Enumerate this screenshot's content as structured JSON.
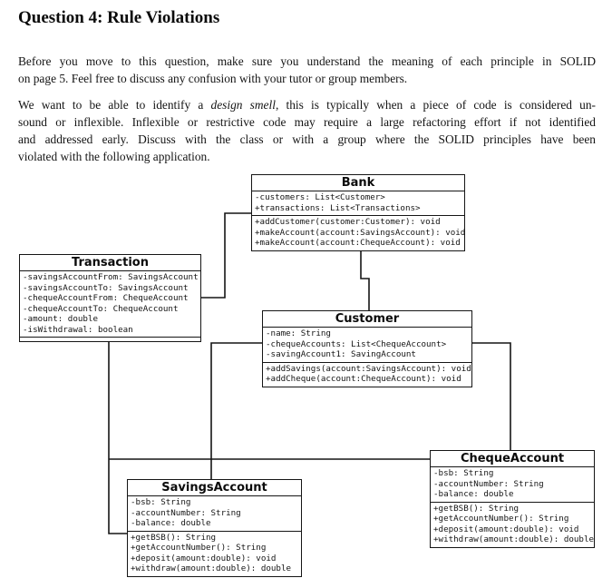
{
  "document": {
    "heading": "Question 4: Rule Violations",
    "paragraph1": {
      "line1": "Before you move to this question, make sure you understand the meaning of each principle in SOLID",
      "line2": "on page 5. Feel free to discuss any confusion with your tutor or group members."
    },
    "paragraph2": {
      "line1_pre": "We want to be able to identify a ",
      "line1_italic": "design smell",
      "line1_post": ", this is typically when a piece of code is considered un-",
      "line2": "sound or inflexible. Inflexible or restrictive code may require a large refactoring effort if not identified",
      "line3": "and addressed early. Discuss with the class or with a group where the SOLID principles have been",
      "line4": "violated with the following application."
    }
  },
  "diagram": {
    "classes": [
      {
        "name": "Bank",
        "attributes": [
          "-customers: List<Customer>",
          "+transactions: List<Transactions>"
        ],
        "methods": [
          "+addCustomer(customer:Customer): void",
          "+makeAccount(account:SavingsAccount): void",
          "+makeAccount(account:ChequeAccount): void"
        ]
      },
      {
        "name": "Transaction",
        "attributes": [
          "-savingsAccountFrom: SavingsAccount",
          "-savingsAccountTo: SavingsAccount",
          "-chequeAccountFrom: ChequeAccount",
          "-chequeAccountTo: ChequeAccount",
          "-amount: double",
          "-isWithdrawal: boolean"
        ],
        "methods": []
      },
      {
        "name": "Customer",
        "attributes": [
          "-name: String",
          "-chequeAccounts: List<ChequeAccount>",
          "-savingAccount1: SavingAccount"
        ],
        "methods": [
          "+addSavings(account:SavingsAccount): void",
          "+addCheque(account:ChequeAccount): void"
        ]
      },
      {
        "name": "ChequeAccount",
        "attributes": [
          "-bsb: String",
          "-accountNumber: String",
          "-balance: double"
        ],
        "methods": [
          "+getBSB(): String",
          "+getAccountNumber(): String",
          "+deposit(amount:double): void",
          "+withdraw(amount:double): double"
        ]
      },
      {
        "name": "SavingsAccount",
        "attributes": [
          "-bsb: String",
          "-accountNumber: String",
          "-balance: double"
        ],
        "methods": [
          "+getBSB(): String",
          "+getAccountNumber(): String",
          "+deposit(amount:double): void",
          "+withdraw(amount:double): double"
        ]
      }
    ],
    "line_color": "#151515"
  }
}
